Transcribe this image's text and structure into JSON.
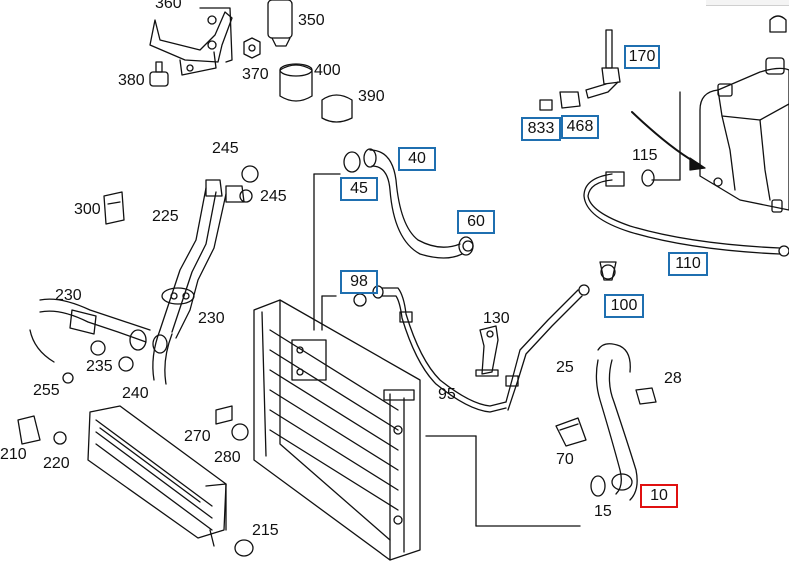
{
  "diagram": {
    "selected_part": "10",
    "highlight_color": "#1f6fb0",
    "selected_color": "#e01010",
    "boxed_labels": [
      "170",
      "833",
      "468",
      "40",
      "45",
      "60",
      "98",
      "110",
      "100",
      "10"
    ],
    "labels": {
      "p360": "360",
      "p350": "350",
      "p380": "380",
      "p370": "370",
      "p400": "400",
      "p390": "390",
      "p170": "170",
      "p833": "833",
      "p468": "468",
      "p115": "115",
      "p245a": "245",
      "p245b": "245",
      "p300": "300",
      "p225": "225",
      "p40": "40",
      "p45": "45",
      "p60": "60",
      "p110": "110",
      "p98": "98",
      "p100": "100",
      "p230a": "230",
      "p230b": "230",
      "p235": "235",
      "p130": "130",
      "p255": "255",
      "p240": "240",
      "p25": "25",
      "p28": "28",
      "p95": "95",
      "p270": "270",
      "p210": "210",
      "p220": "220",
      "p280": "280",
      "p70": "70",
      "p15": "15",
      "p10": "10",
      "p215": "215"
    }
  }
}
